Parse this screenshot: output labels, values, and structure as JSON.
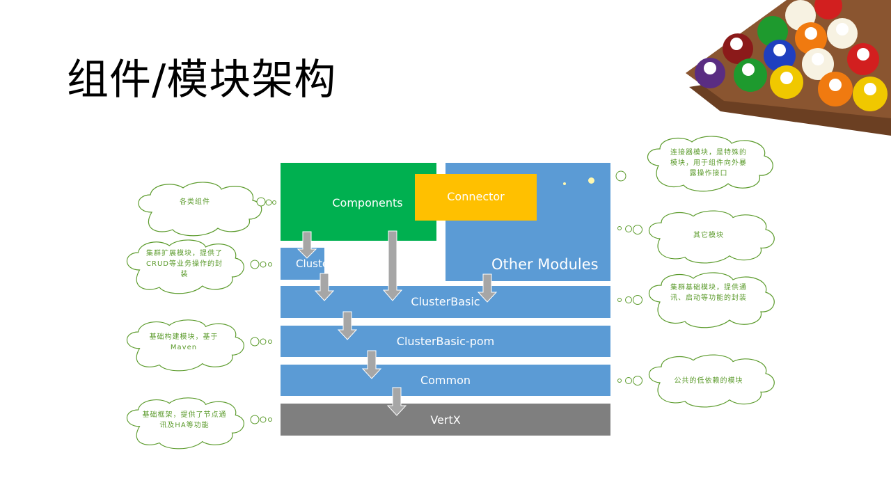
{
  "title": "组件/模块架构",
  "blocks": {
    "components": "Components",
    "connector": "Connector",
    "other_modules": "Other Modules",
    "cluster_ext": "ClusterExt",
    "cluster_basic": "ClusterBasic",
    "cluster_basic_pom": "ClusterBasic-pom",
    "common": "Common",
    "vertx": "VertX"
  },
  "notes": {
    "components": "各类组件",
    "cluster_ext": "集群扩展模块，提供了CRUD等业务操作的封装",
    "maven": "基础构建模块，基于Maven",
    "vertx": "基础框架，提供了节点通讯及HA等功能",
    "connector": "连接器模块，是特殊的模块，用于组件向外暴露操作接口",
    "other": "其它模块",
    "cluster_basic": "集群基础模块，提供通讯、启动等功能的封装",
    "common": "公共的低依赖的模块"
  },
  "colors": {
    "blue": "#5b9bd5",
    "green": "#00b050",
    "orange": "#ffc000",
    "gray": "#7f7f7f",
    "arrow": "#a6a6a6",
    "note_text": "#5a9a2a"
  },
  "decor": {
    "image": "billiard-balls-rack"
  }
}
